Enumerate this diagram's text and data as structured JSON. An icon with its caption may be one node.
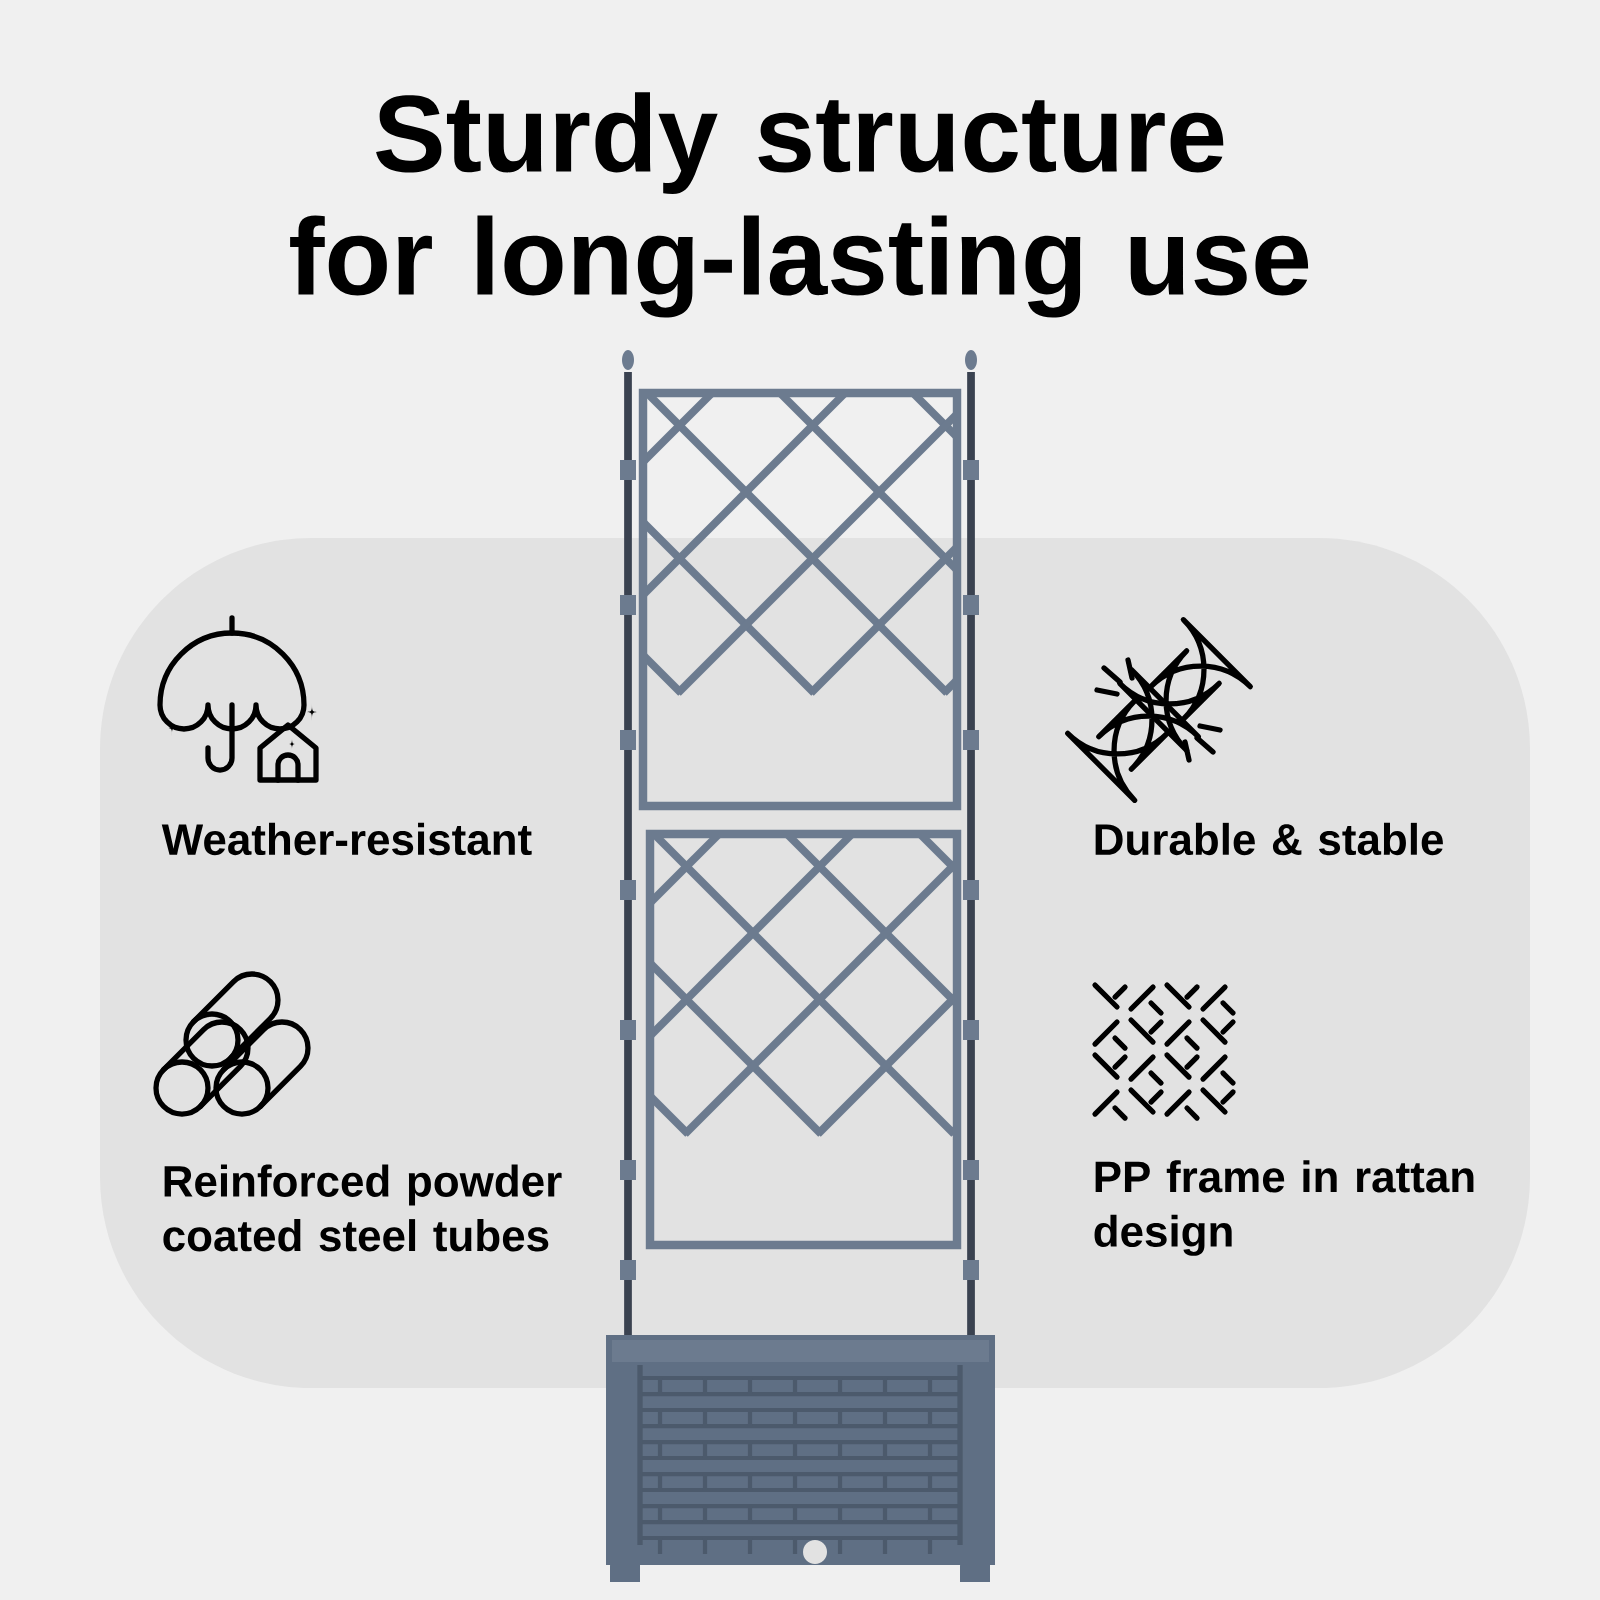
{
  "diagram": {
    "title": "Sturdy structure for long-lasting use",
    "labels": [
      "Weather-resistant",
      "Durable & stable",
      "Reinforced powder coated steel tubes",
      "PP frame in rattan design"
    ]
  }
}
